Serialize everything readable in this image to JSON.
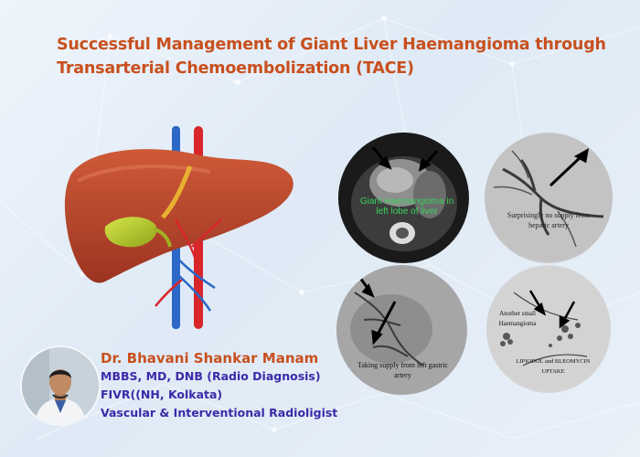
{
  "title": {
    "line1": "Successful Management of Giant Liver Haemangioma through",
    "line2": "Transarterial Chemoembolization (TACE)"
  },
  "scans": {
    "scan1_caption": "Giant Haemangioma in left lobe of liver",
    "scan2_caption": "Surprisingly no supply from hepatic artery",
    "scan3_caption": "Taking supply from left gastric artery",
    "scan4_caption_top": "Another small Haemangioma",
    "scan4_caption_bottom": "LIPIODOL and BLEOMYCIN UPTAKE"
  },
  "doctor": {
    "name": "Dr. Bhavani Shankar Manam",
    "degrees": "MBBS, MD, DNB (Radio Diagnosis)",
    "fellowship": "FIVR((NH, Kolkata)",
    "specialty": "Vascular & Interventional Radioligist"
  },
  "colors": {
    "title": "#c8501e",
    "name": "#c8501e",
    "credentials": "#3b2aa8",
    "caption_green": "#3ad15a",
    "liver": "#b5412a",
    "gallbladder": "#b9cf2c",
    "artery": "#d8262b",
    "vein": "#2b68c8"
  },
  "icons": {
    "liver_illustration": "liver-anatomy-icon",
    "arrow": "arrow-icon"
  }
}
